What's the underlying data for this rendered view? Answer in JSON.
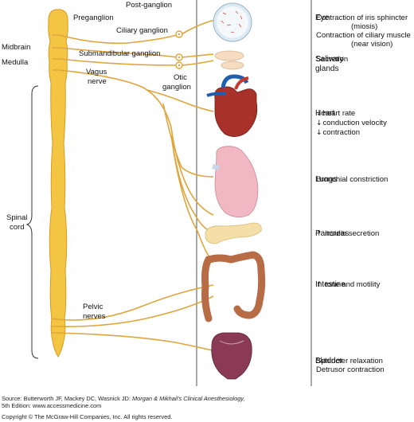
{
  "labels": {
    "midbrain": "Midbrain",
    "medulla": "Medulla",
    "spinal_cord_line1": "Spinal",
    "spinal_cord_line2": "cord",
    "preganglion": "Preganglion",
    "post_ganglion": "Post-ganglion",
    "ciliary_ganglion": "Ciliary ganglion",
    "submandibular_ganglion": "Submandibular ganglion",
    "vagus_line1": "Vagus",
    "vagus_line2": "nerve",
    "otic_line1": "Otic",
    "otic_line2": "ganglion",
    "pelvic_line1": "Pelvic",
    "pelvic_line2": "nerves"
  },
  "organs": [
    {
      "name": "Eye",
      "effects": [
        {
          "arrow": "",
          "text": "Contraction of iris sphincter"
        },
        {
          "arrow": "",
          "text": "(miosis)"
        },
        {
          "arrow": "",
          "text": "Contraction of ciliary muscle"
        },
        {
          "arrow": "",
          "text": "(near vision)"
        }
      ]
    },
    {
      "name_line1": "Salivary",
      "name_line2": "glands",
      "effects": [
        {
          "arrow": "",
          "text": "Secretion"
        }
      ]
    },
    {
      "name": "Heart",
      "effects": [
        {
          "arrow": "↓",
          "text": "heart rate"
        },
        {
          "arrow": "↓",
          "text": "conduction velocity"
        },
        {
          "arrow": "↓",
          "text": "contraction"
        }
      ]
    },
    {
      "name": "Lungs",
      "effects": [
        {
          "arrow": "",
          "text": "Bronchial constriction"
        }
      ]
    },
    {
      "name": "Pancreas",
      "effects": [
        {
          "arrow": "↑",
          "text": " insulin secretion"
        }
      ]
    },
    {
      "name": "Intestine",
      "effects": [
        {
          "arrow": "↑",
          "text": " tone and motility"
        }
      ]
    },
    {
      "name": "Bladder",
      "effects": [
        {
          "arrow": "",
          "text": "Sphincter relaxation"
        },
        {
          "arrow": "",
          "text": "Detrusor contraction"
        }
      ]
    }
  ],
  "footer": {
    "source_prefix": "Source: Butterworth JF, Mackey DC, Wasnick JD: ",
    "source_title": "Morgan & Mikhail's Clinical Anesthesiology,",
    "source_line2": "5th Edition: www.accessmedicine.com",
    "copyright": "Copyright © The McGraw-Hill Companies, Inc. All rights reserved."
  },
  "colors": {
    "nerve": "#e0a53a",
    "spinal_cord": "#f4c542",
    "spinal_cord_edge": "#d99a1e",
    "divider": "#555555",
    "heart": "#a8322a",
    "lungs": "#f2b8c2",
    "intestine": "#b86c46",
    "bladder": "#8b3a56"
  }
}
